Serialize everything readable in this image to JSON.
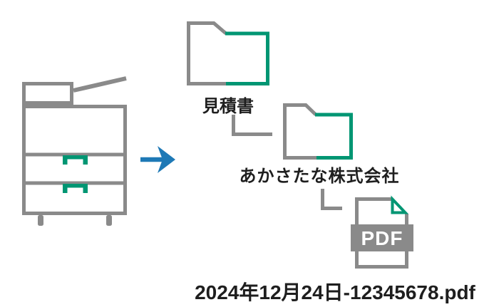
{
  "colors": {
    "outline_gray": "#8a8a8a",
    "accent_green": "#009673",
    "arrow_blue": "#1e79b6",
    "text_dark": "#1e1e1e"
  },
  "flow": {
    "printer_icon": "multifunction-printer-icon",
    "arrow_icon": "right-arrow-icon",
    "folders": [
      {
        "icon": "folder-icon",
        "label": "見積書"
      },
      {
        "icon": "folder-icon",
        "label": "あかさたな株式会社"
      }
    ],
    "file": {
      "icon": "pdf-file-icon",
      "badge": "PDF",
      "name": "2024年12月24日-12345678.pdf"
    }
  }
}
